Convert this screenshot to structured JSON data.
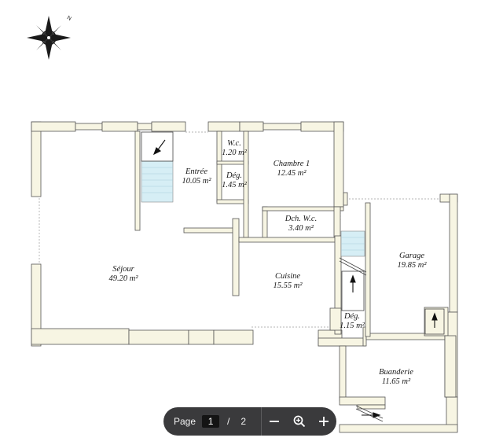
{
  "compass": {
    "north_label": "N",
    "icon": "compass-rose-icon"
  },
  "rooms": [
    {
      "id": "sejour",
      "name": "Séjour",
      "area": "49.20 m²"
    },
    {
      "id": "entree",
      "name": "Entrée",
      "area": "10.05 m²"
    },
    {
      "id": "wc",
      "name": "W.c.",
      "area": "1.20 m²"
    },
    {
      "id": "deg1",
      "name": "Dég.",
      "area": "1.45 m²"
    },
    {
      "id": "chambre",
      "name": "Chambre 1",
      "area": "12.45 m²"
    },
    {
      "id": "dch",
      "name": "Dch. W.c.",
      "area": "3.40 m²"
    },
    {
      "id": "cuisine",
      "name": "Cuisine",
      "area": "15.55 m²"
    },
    {
      "id": "garage",
      "name": "Garage",
      "area": "19.85 m²"
    },
    {
      "id": "deg2",
      "name": "Dég.",
      "area": "1.15 m²"
    },
    {
      "id": "buanderie",
      "name": "Buanderie",
      "area": "11.65 m²"
    }
  ],
  "toolbar": {
    "page_label": "Page",
    "current_page": "1",
    "separator": "/",
    "total_pages": "2",
    "zoom_out_icon": "minus-icon",
    "zoom_icon": "magnifier-icon",
    "zoom_in_icon": "plus-icon"
  },
  "colors": {
    "wall": "#f7f5e3",
    "wall_stroke": "#555555",
    "stair_fill": "#d6eef5",
    "toolbar_bg": "#3a3a3c"
  }
}
